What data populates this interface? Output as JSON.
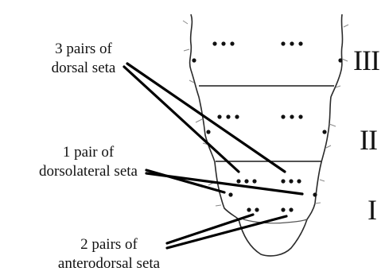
{
  "labels": {
    "dorsal": [
      "3 pairs of",
      "dorsal seta"
    ],
    "dorsolateral": [
      "1 pair of",
      "dorsolateral seta"
    ],
    "anterodorsal": [
      "2 pairs of",
      "anterodorsal seta"
    ]
  },
  "segments": {
    "third": "III",
    "second": "II",
    "first": "I"
  }
}
